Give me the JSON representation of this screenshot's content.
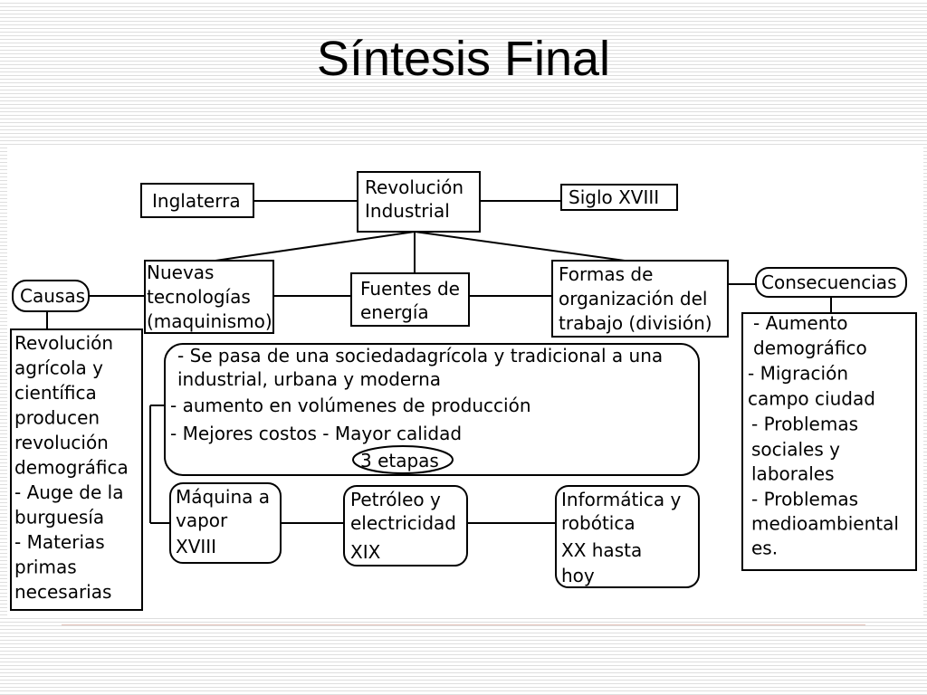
{
  "slide": {
    "title": "Síntesis Final"
  },
  "nodes": {
    "inglaterra": [
      "Inglaterra"
    ],
    "revolucion": [
      "Revolución",
      "Industrial"
    ],
    "siglo": [
      "Siglo XVIII"
    ],
    "causas": [
      "Causas"
    ],
    "nuevas_tecnologias": [
      "Nuevas",
      "tecnologías",
      "(maquinismo)"
    ],
    "fuentes_energia": [
      "Fuentes de",
      "energía"
    ],
    "formas_organizacion": [
      "Formas de",
      "organización del",
      "trabajo (división)"
    ],
    "consecuencias": [
      "Consecuencias"
    ],
    "causas_detalle": [
      "Revolución",
      "agrícola y",
      "científica",
      "producen",
      "revolución",
      "demográfica",
      "- Auge de la",
      "burguesía",
      "- Materias",
      "primas",
      "necesarias"
    ],
    "cambios": [
      "- Se pasa de una sociedadagrícola y tradicional a una",
      "industrial, urbana y moderna",
      "- aumento en volúmenes de producción",
      "- Mejores costos     - Mayor calidad"
    ],
    "etapas": [
      "3 etapas"
    ],
    "etapa_maquina": [
      "Máquina a",
      "vapor",
      "XVIII"
    ],
    "etapa_petroleo": [
      "Petróleo y",
      "electricidad",
      "XIX"
    ],
    "etapa_informatica": [
      "Informática y",
      "robótica",
      "XX hasta",
      "hoy"
    ],
    "consecuencias_detalle": [
      "- Aumento",
      "demográfico",
      "- Migración",
      "campo ciudad",
      "- Problemas",
      "sociales y",
      "laborales",
      "- Problemas",
      "medioambiental",
      "es."
    ]
  }
}
